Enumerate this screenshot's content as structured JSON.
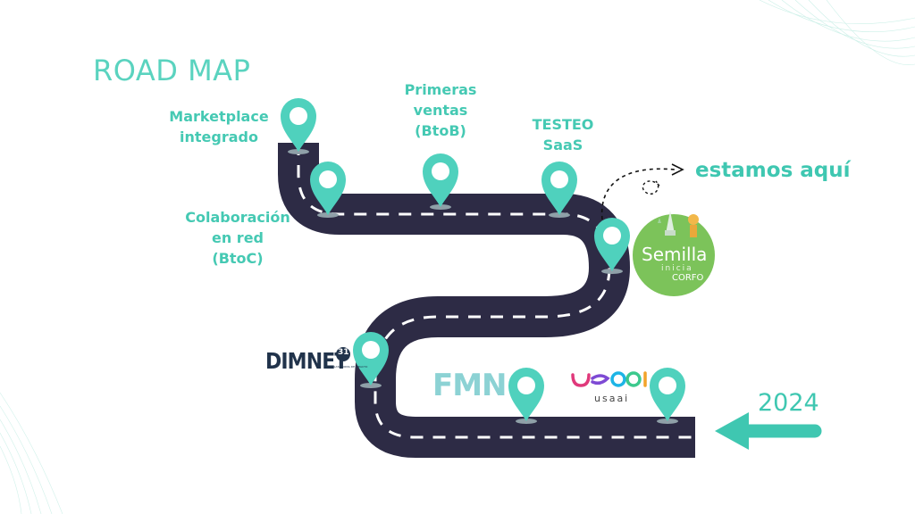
{
  "title": "ROAD MAP",
  "milestones": [
    {
      "lines": [
        "Marketplace",
        "integrado"
      ]
    },
    {
      "lines": [
        "Primeras",
        "ventas",
        "(BtoB)"
      ]
    },
    {
      "lines": [
        "TESTEO",
        "SaaS"
      ]
    },
    {
      "lines": [
        "Colaboración",
        "en red",
        "(BtoC)"
      ]
    }
  ],
  "current_marker": "estamos aquí",
  "year": "2024",
  "logos": {
    "semilla": {
      "name": "Semilla",
      "sub1": "inicia",
      "sub2": "CORFO"
    },
    "dimnet": {
      "name": "DIMNET",
      "badge": "31",
      "small": "PLATAFORMA DE IMPACTO"
    },
    "fmn": {
      "name": "FMN"
    },
    "usaai": {
      "name": "usaai"
    }
  },
  "colors": {
    "accent": "#45c9b3",
    "road": "#2d2b45",
    "road_line": "#ffffff",
    "badge_green": "#7cc35a"
  }
}
